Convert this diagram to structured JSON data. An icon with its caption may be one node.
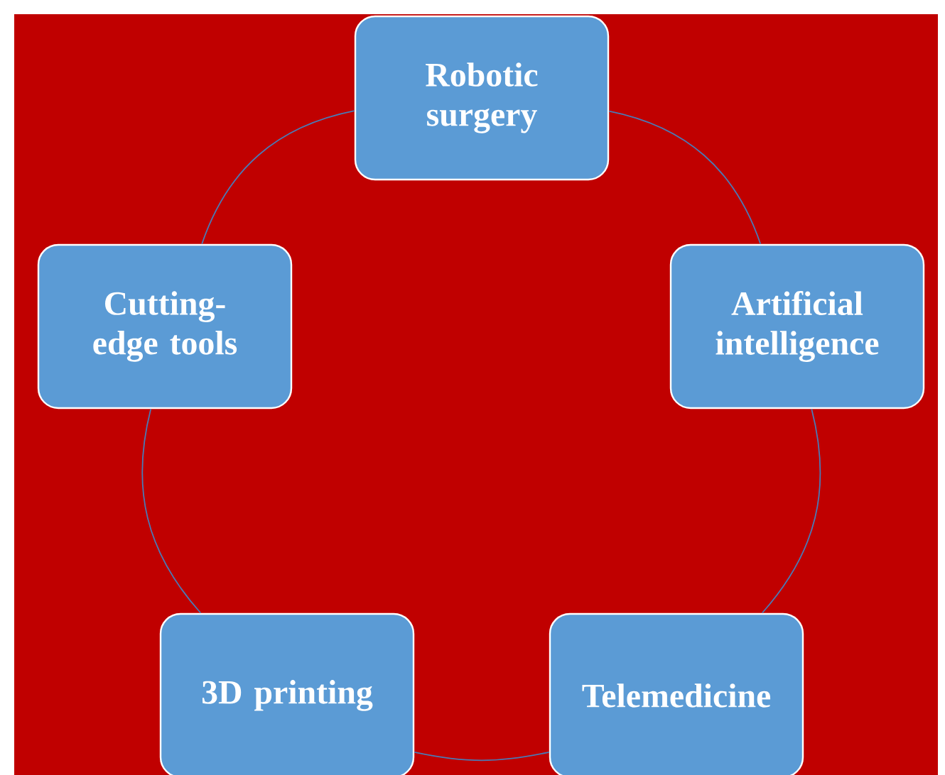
{
  "diagram": {
    "nodes": [
      {
        "text": [
          "Robotic surgery"
        ]
      },
      {
        "text": [
          "Cutting-edge tools"
        ]
      },
      {
        "text": [
          "Artificial intelligence"
        ]
      },
      {
        "text": [
          "3D printing"
        ]
      },
      {
        "text": [
          "Telemedicine"
        ]
      }
    ],
    "edges": [
      {
        "from": 0,
        "to": 2,
        "arrow": "none"
      },
      {
        "from": 2,
        "to": 4,
        "arrow": "none"
      },
      {
        "from": 4,
        "to": 3,
        "arrow": "none"
      },
      {
        "from": 3,
        "to": 1,
        "arrow": "none"
      },
      {
        "from": 1,
        "to": 0,
        "arrow": "none"
      }
    ]
  }
}
